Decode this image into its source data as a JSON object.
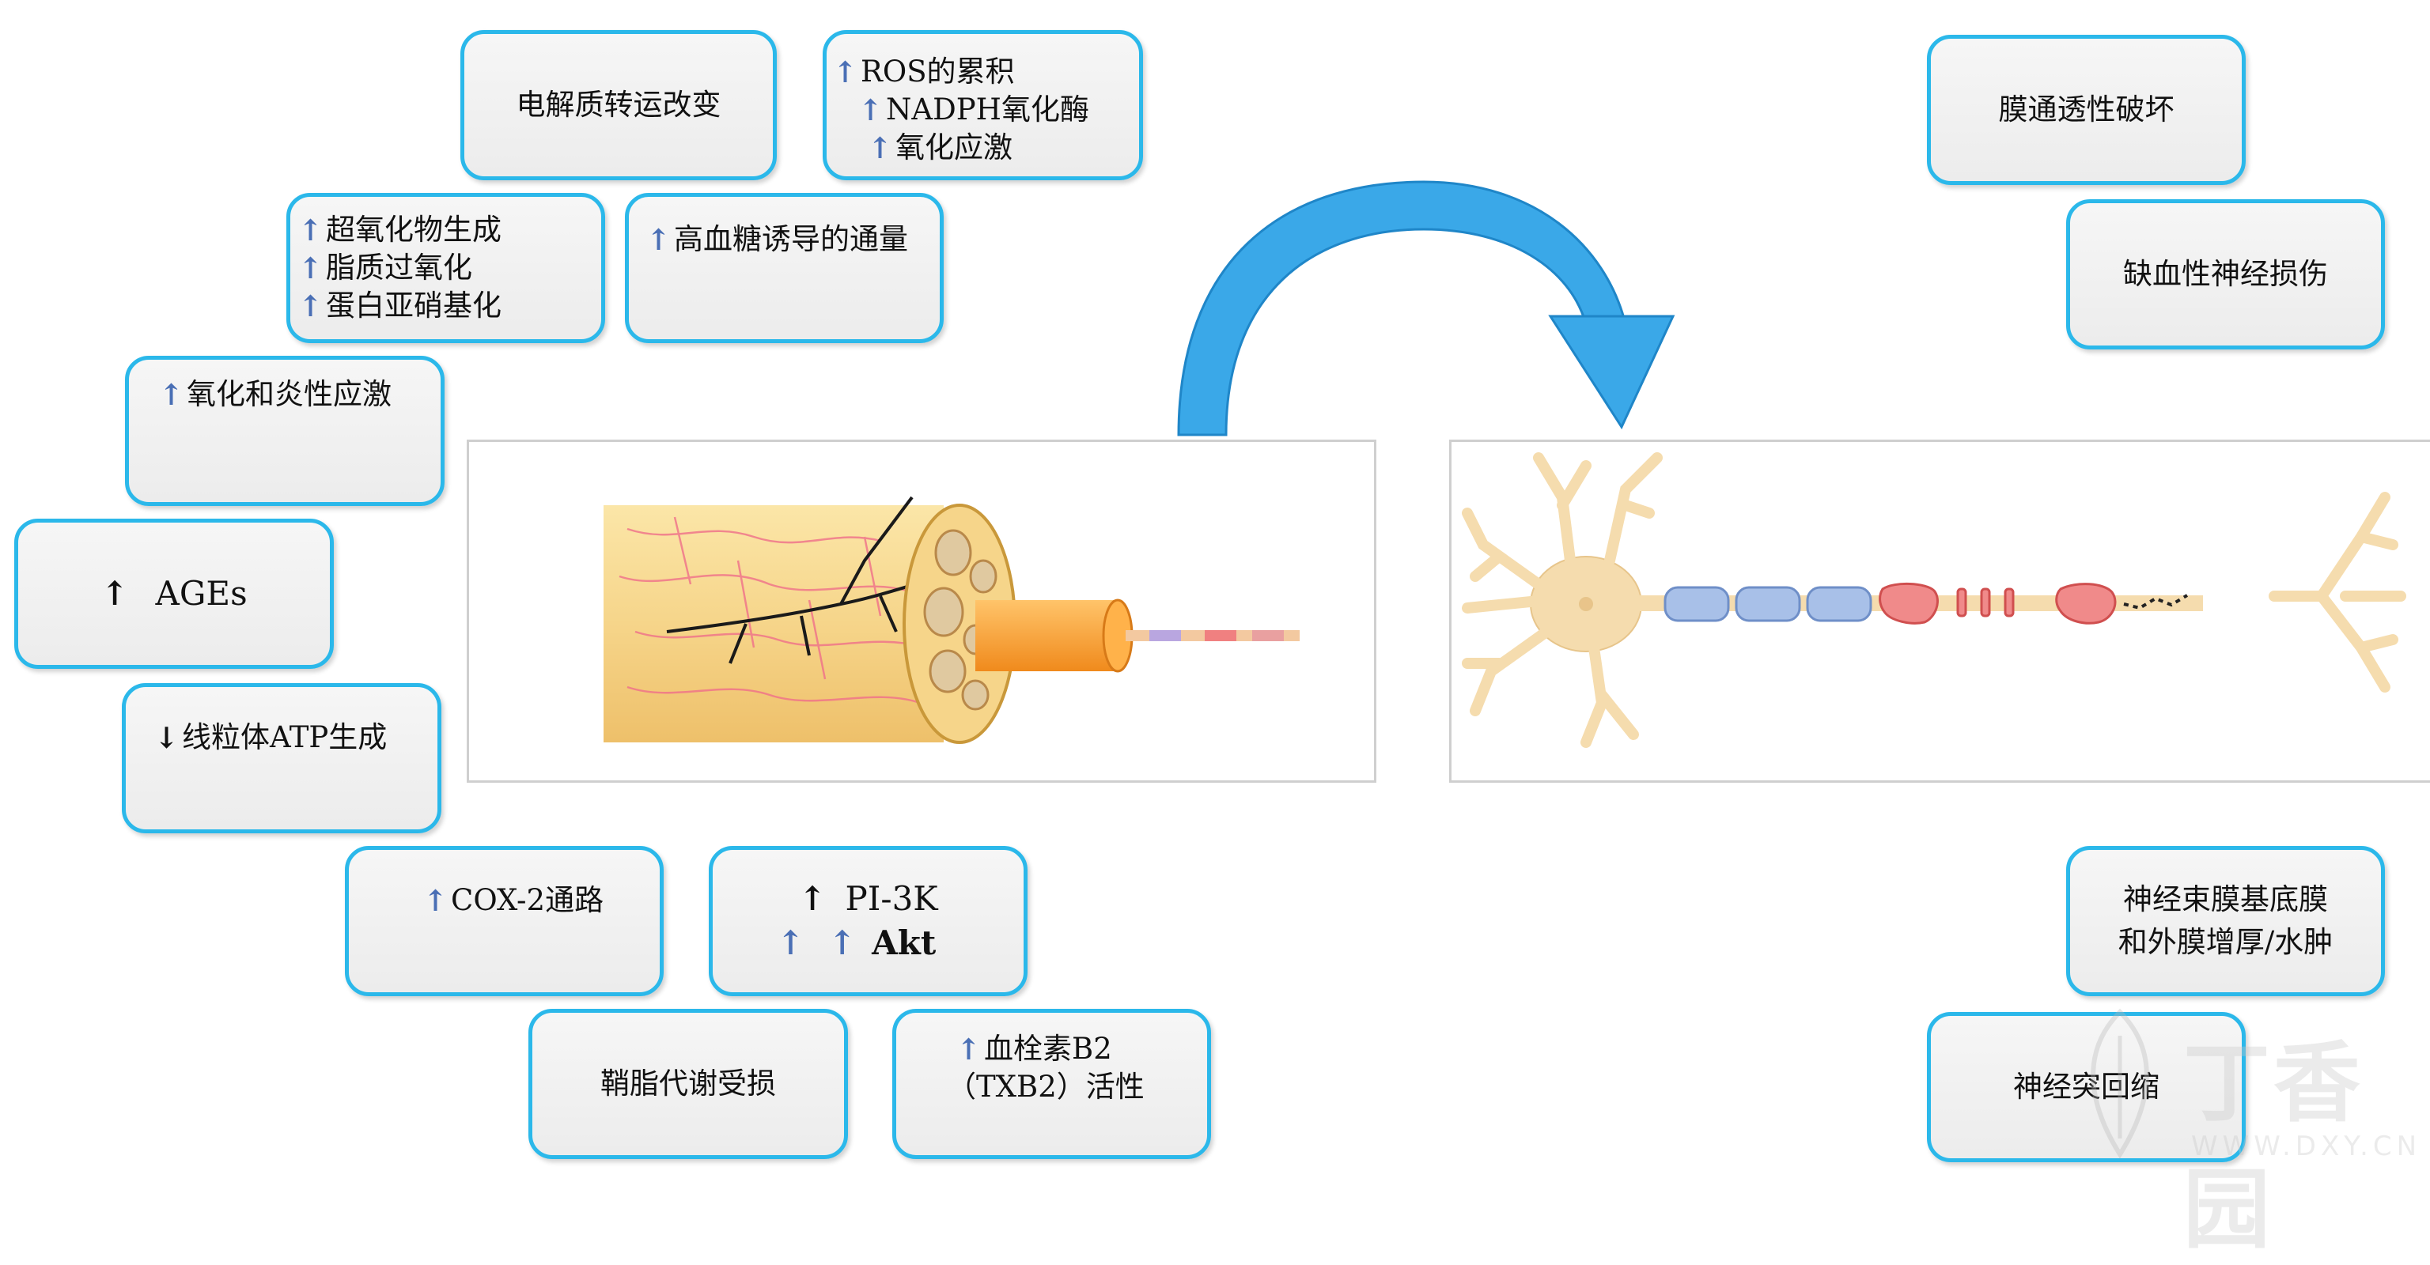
{
  "boxes": {
    "electrolyte": "电解质转运改变",
    "ros_group": {
      "l1": "ROS的累积",
      "l2": "NADPH氧化酶",
      "l3": "氧化应激",
      "arrow": "↑"
    },
    "superoxide_group": {
      "l1": "超氧化物生成",
      "l2": "脂质过氧化",
      "l3": "蛋白亚硝基化",
      "arrow": "↑"
    },
    "glucose_flux": {
      "text": "高血糖诱导的通量",
      "arrow": "↑"
    },
    "oxidative_inflammatory": {
      "text": "氧化和炎性应激",
      "arrow": "↑"
    },
    "ages": {
      "text": "AGEs",
      "arrow": "↑"
    },
    "mito_atp": {
      "text": "线粒体ATP生成",
      "arrow": "↓"
    },
    "cox2": {
      "text": "COX-2通路",
      "arrow": "↑"
    },
    "pi3k": {
      "l1": "PI-3K",
      "l2": "Akt",
      "arrow": "↑"
    },
    "myelin": "鞘脂代谢受损",
    "txb2": {
      "l1": "血栓素B2",
      "l2": "（TXB2）活性",
      "arrow": "↑"
    },
    "membrane_perm": "膜通透性破坏",
    "ischemic": "缺血性神经损伤",
    "perineurium": {
      "l1": "神经束膜基底膜",
      "l2": "和外膜增厚/水肿"
    },
    "synapse": "神经突回缩"
  },
  "watermark": {
    "text": "丁香园",
    "url": "WWW.DXY.CN"
  },
  "colors": {
    "border": "#2bb8ea",
    "arrow_blue": "#4a6fb5",
    "curve_arrow": "#3aa8e8",
    "nerve_yellow": "#f6d58a",
    "neuron": "#f5dcae"
  }
}
